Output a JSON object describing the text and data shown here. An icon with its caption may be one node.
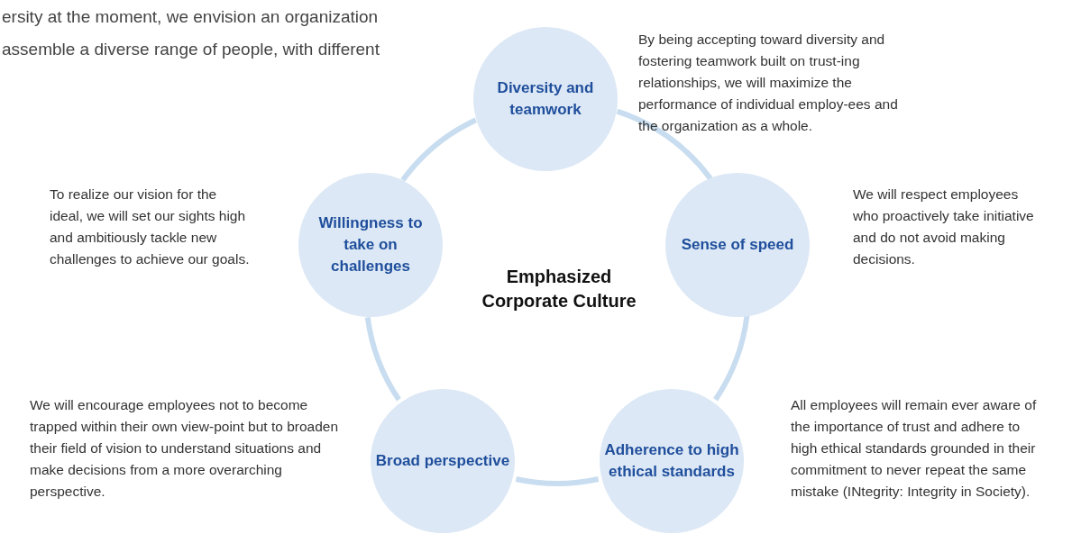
{
  "diagram": {
    "nodes": [
      {
        "text": [
          "Diversity and teamwork"
        ],
        "beside": [
          "By being accepting toward diversity and fostering teamwork built on trust-ing relationships, we will maximize the performance of individual employ-ees and the organization as a whole."
        ]
      },
      {
        "text": [
          "Willingness to take on challenges"
        ],
        "beside": [
          "To realize our vision for the ideal, we will set our sights high and ambitiously tackle new challenges to achieve our goals."
        ]
      },
      {
        "text": [
          "Sense of speed"
        ],
        "beside": [
          "We will respect employees who proactively take initiative and do not avoid making decisions."
        ]
      },
      {
        "text": [
          "Broad perspective"
        ],
        "beside": [
          "We will encourage employees not to become trapped within their own view-point but to broaden their field of vision to understand situations and make decisions from a more overarching perspective."
        ]
      },
      {
        "text": [
          "Adherence to high ethical standards"
        ],
        "beside": [
          "All employees will remain ever aware of the importance of trust and adhere to high ethical standards grounded in their commitment to never repeat the same mistake (INtegrity: Integrity in Society)."
        ]
      }
    ],
    "edges": [
      {
        "from": 0,
        "to": 2,
        "arrow": "none"
      },
      {
        "from": 2,
        "to": 4,
        "arrow": "none"
      },
      {
        "from": 4,
        "to": 3,
        "arrow": "none"
      },
      {
        "from": 3,
        "to": 1,
        "arrow": "none"
      },
      {
        "from": 1,
        "to": 0,
        "arrow": "none"
      }
    ],
    "labels": [
      "ersity at the moment, we envision an organization",
      "assemble a diverse range of people, with different",
      "Emphasized Corporate Culture"
    ]
  }
}
